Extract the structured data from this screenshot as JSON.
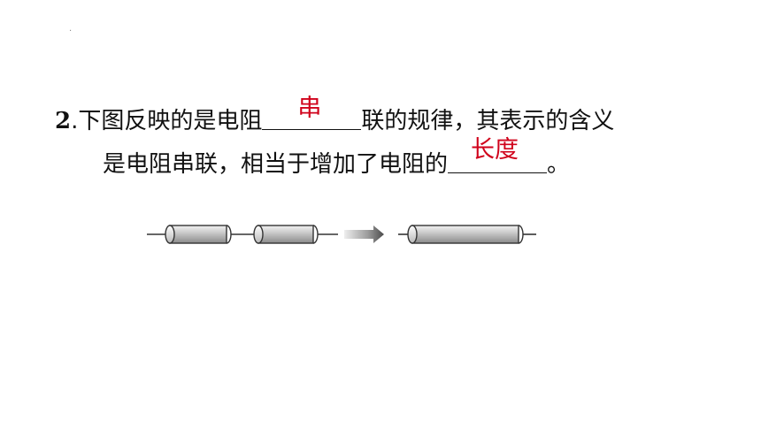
{
  "question": {
    "number": "2",
    "sep": ".",
    "line1_before": "下图反映的是电阻",
    "answer1": "串",
    "line1_after": "联的规律，其表示的含义",
    "line2_before": "是电阻串联，相当于增加了电阻的",
    "answer2": "长度",
    "line2_after": "。"
  },
  "colors": {
    "answer": "#d0021b",
    "text": "#111111"
  },
  "icons": {
    "arrow": "right-arrow-icon"
  },
  "marks": {
    "corner_dot": "·"
  }
}
